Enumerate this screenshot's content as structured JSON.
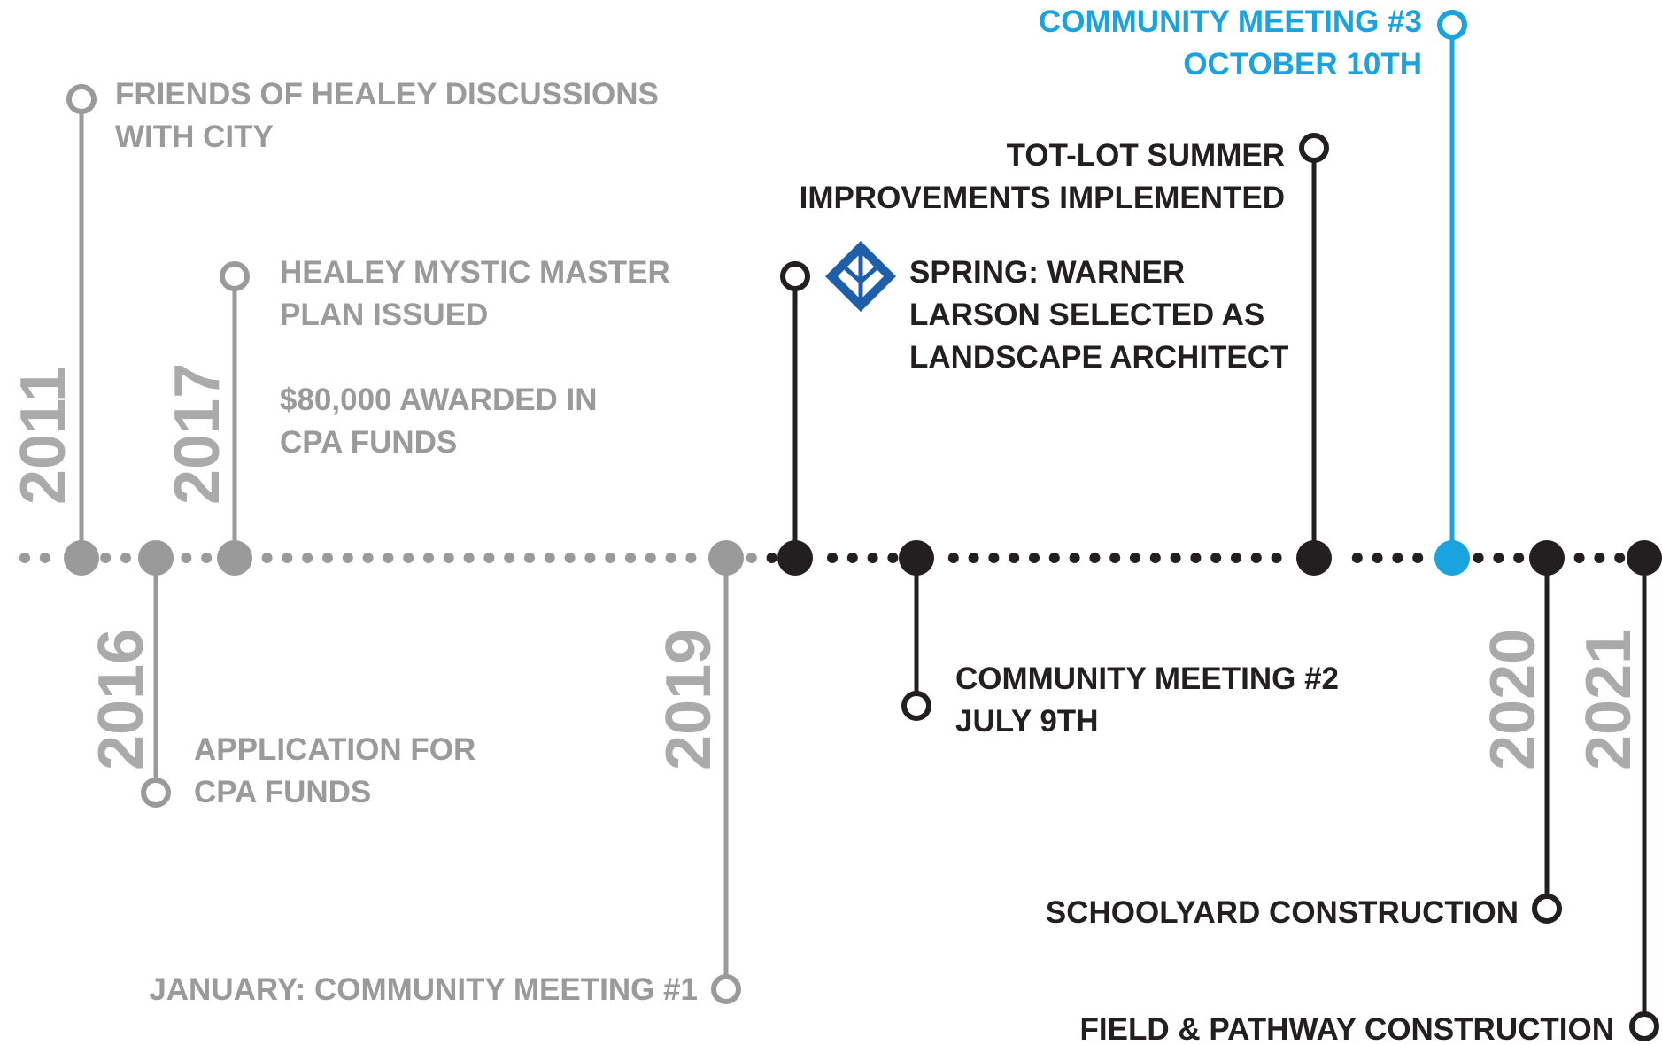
{
  "colors": {
    "past": "#9a9a9a",
    "current": "#231f20",
    "highlight": "#1aa3de",
    "logo": "#1f5ea8"
  },
  "years": {
    "y2011": "2011",
    "y2016": "2016",
    "y2017": "2017",
    "y2019": "2019",
    "y2020": "2020",
    "y2021": "2021"
  },
  "events": {
    "friends": [
      "FRIENDS OF HEALEY DISCUSSIONS",
      "WITH CITY"
    ],
    "application": [
      "APPLICATION FOR",
      "CPA FUNDS"
    ],
    "master_plan": [
      "HEALEY MYSTIC MASTER",
      "PLAN ISSUED"
    ],
    "awarded": [
      "$80,000 AWARDED IN",
      "CPA FUNDS"
    ],
    "meeting1": "JANUARY: COMMUNITY MEETING #1",
    "warner": [
      "SPRING: WARNER",
      "LARSON SELECTED AS",
      "LANDSCAPE ARCHITECT"
    ],
    "meeting2": [
      "COMMUNITY MEETING #2",
      "JULY 9TH"
    ],
    "totlot": [
      "TOT-LOT SUMMER",
      "IMPROVEMENTS IMPLEMENTED"
    ],
    "meeting3": [
      "COMMUNITY MEETING #3",
      "OCTOBER 10TH"
    ],
    "schoolyard": "SCHOOLYARD CONSTRUCTION",
    "field": "FIELD & PATHWAY CONSTRUCTION"
  },
  "icons": {
    "logo": "warner-larson-diamond-logo"
  }
}
